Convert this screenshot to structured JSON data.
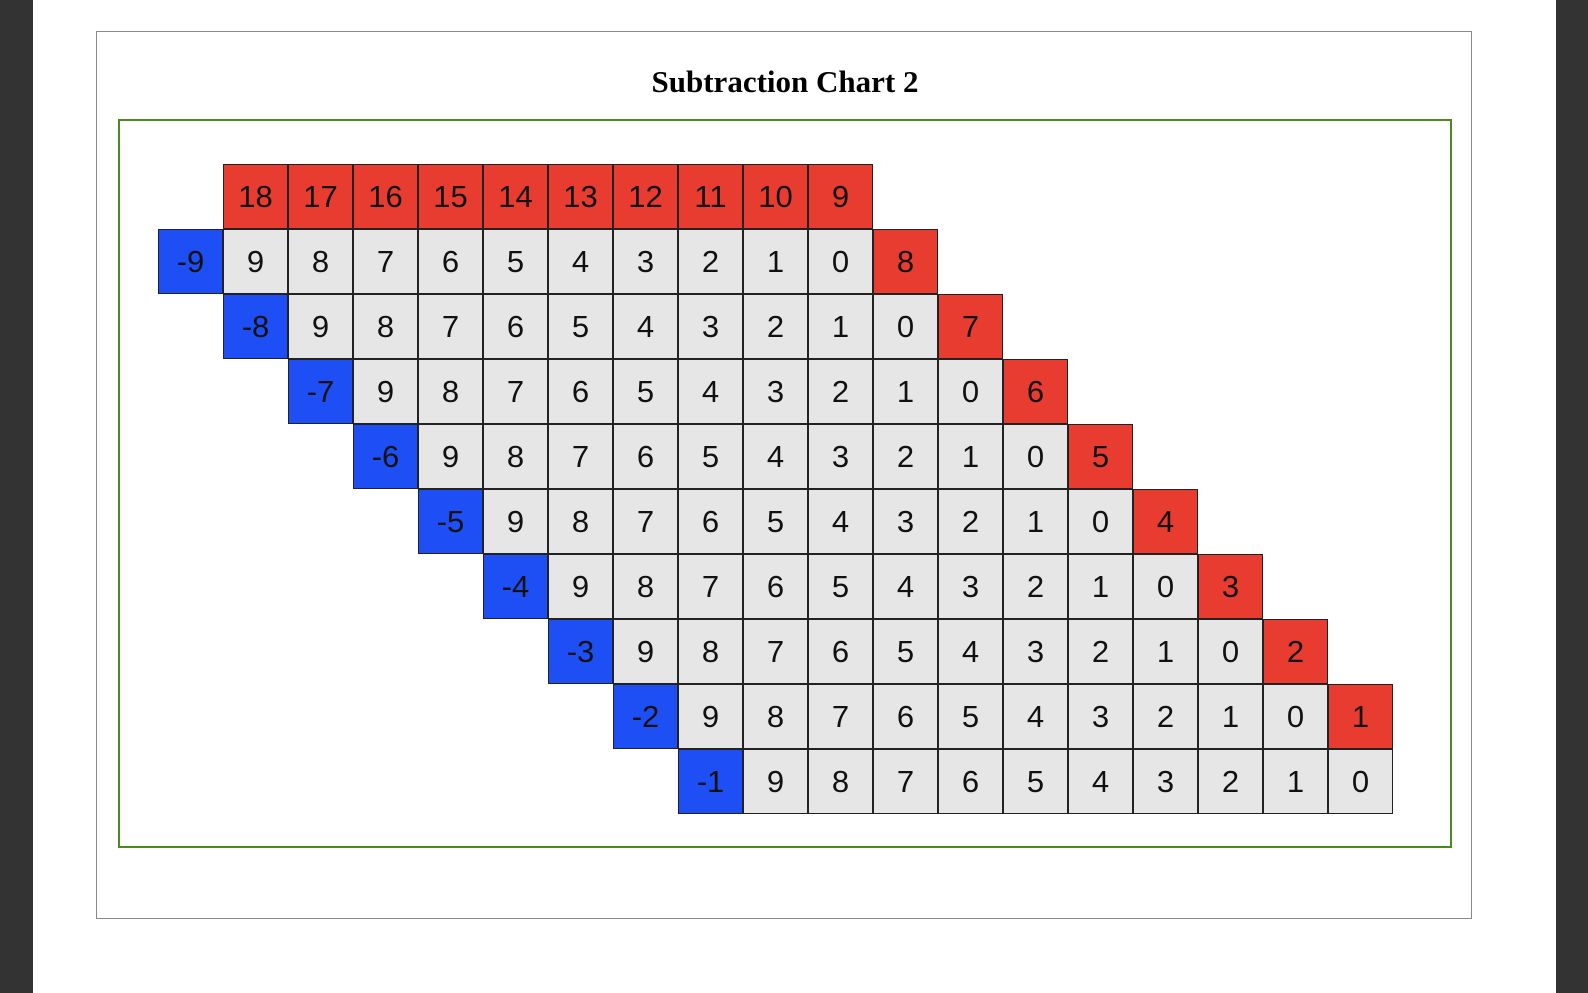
{
  "title": "Subtraction Chart 2",
  "colors": {
    "minuend": "#e83c30",
    "subtrahend": "#1e4ff5",
    "difference": "#e6e6e6",
    "border": "#4a8a1f"
  },
  "top_row": [
    "18",
    "17",
    "16",
    "15",
    "14",
    "13",
    "12",
    "11",
    "10",
    "9"
  ],
  "rows": [
    {
      "subtrahend": "-9",
      "cells": [
        "9",
        "8",
        "7",
        "6",
        "5",
        "4",
        "3",
        "2",
        "1",
        "0"
      ],
      "end": "8"
    },
    {
      "subtrahend": "-8",
      "cells": [
        "9",
        "8",
        "7",
        "6",
        "5",
        "4",
        "3",
        "2",
        "1",
        "0"
      ],
      "end": "7"
    },
    {
      "subtrahend": "-7",
      "cells": [
        "9",
        "8",
        "7",
        "6",
        "5",
        "4",
        "3",
        "2",
        "1",
        "0"
      ],
      "end": "6"
    },
    {
      "subtrahend": "-6",
      "cells": [
        "9",
        "8",
        "7",
        "6",
        "5",
        "4",
        "3",
        "2",
        "1",
        "0"
      ],
      "end": "5"
    },
    {
      "subtrahend": "-5",
      "cells": [
        "9",
        "8",
        "7",
        "6",
        "5",
        "4",
        "3",
        "2",
        "1",
        "0"
      ],
      "end": "4"
    },
    {
      "subtrahend": "-4",
      "cells": [
        "9",
        "8",
        "7",
        "6",
        "5",
        "4",
        "3",
        "2",
        "1",
        "0"
      ],
      "end": "3"
    },
    {
      "subtrahend": "-3",
      "cells": [
        "9",
        "8",
        "7",
        "6",
        "5",
        "4",
        "3",
        "2",
        "1",
        "0"
      ],
      "end": "2"
    },
    {
      "subtrahend": "-2",
      "cells": [
        "9",
        "8",
        "7",
        "6",
        "5",
        "4",
        "3",
        "2",
        "1",
        "0"
      ],
      "end": "1"
    },
    {
      "subtrahend": "-1",
      "cells": [
        "9",
        "8",
        "7",
        "6",
        "5",
        "4",
        "3",
        "2",
        "1",
        "0"
      ],
      "end": ""
    }
  ]
}
